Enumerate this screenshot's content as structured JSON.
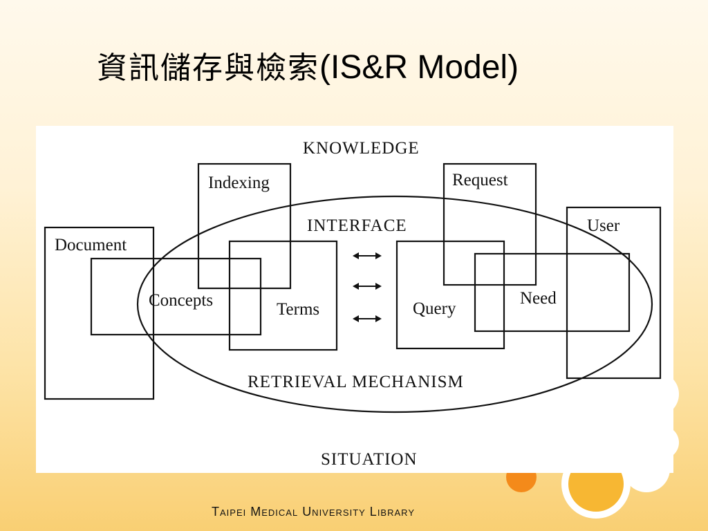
{
  "slide": {
    "title_zh": "資訊儲存與檢索",
    "title_en": "(IS&R Model)",
    "footer": "Taipei Medical University Library"
  },
  "diagram": {
    "knowledge": "KNOWLEDGE",
    "interface": "INTERFACE",
    "retrieval": "RETRIEVAL MECHANISM",
    "situation": "SITUATION",
    "document": "Document",
    "indexing": "Indexing",
    "concepts": "Concepts",
    "terms": "Terms",
    "query": "Query",
    "request": "Request",
    "user": "User",
    "need": "Need"
  },
  "colors": {
    "accent_orange": "#f48a1a",
    "accent_gold": "#f7b733"
  }
}
